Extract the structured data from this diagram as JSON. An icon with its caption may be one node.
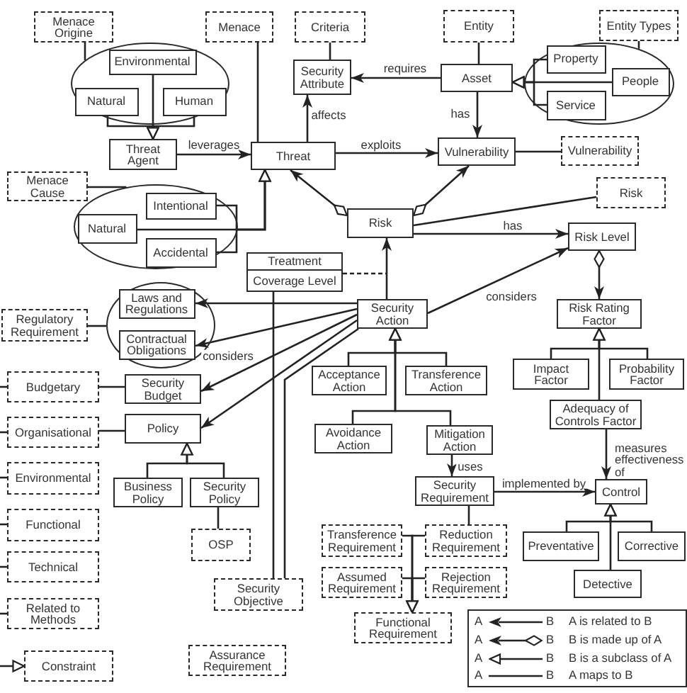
{
  "diagram": {
    "nodes": [
      {
        "text": [
          "Menace Origine"
        ]
      },
      {
        "text": [
          "Menace"
        ]
      },
      {
        "text": [
          "Criteria"
        ]
      },
      {
        "text": [
          "Entity"
        ]
      },
      {
        "text": [
          "Entity Types"
        ]
      },
      {
        "text": [],
        "shape": "ellipse"
      },
      {
        "text": [
          "Environmental"
        ],
        "in": 5
      },
      {
        "text": [
          "Natural"
        ],
        "in": 5
      },
      {
        "text": [
          "Human"
        ],
        "in": 5
      },
      {
        "text": [
          "Security Attribute"
        ]
      },
      {
        "text": [
          "Asset"
        ]
      },
      {
        "text": [],
        "shape": "ellipse"
      },
      {
        "text": [
          "Property"
        ],
        "in": 11
      },
      {
        "text": [
          "People"
        ],
        "in": 11
      },
      {
        "text": [
          "Service"
        ],
        "in": 11
      },
      {
        "text": [
          "Threat Agent"
        ]
      },
      {
        "text": [
          "Threat"
        ]
      },
      {
        "text": [
          "Vulnerability"
        ]
      },
      {
        "text": [
          "Vulnerability"
        ]
      },
      {
        "text": [
          "Menace Cause"
        ]
      },
      {
        "text": [],
        "shape": "ellipse"
      },
      {
        "text": [
          "Intentional"
        ],
        "in": 20
      },
      {
        "text": [
          "Natural"
        ],
        "in": 20
      },
      {
        "text": [
          "Accidental"
        ],
        "in": 20
      },
      {
        "text": [
          "Risk"
        ]
      },
      {
        "text": [
          "Risk"
        ]
      },
      {
        "text": [
          "Risk Level"
        ]
      },
      {
        "text": [
          "Treatment",
          "Coverage Level"
        ]
      },
      {
        "text": [
          "Security Action"
        ]
      },
      {
        "text": [
          "Regulatory Requirement"
        ]
      },
      {
        "text": [],
        "shape": "ellipse"
      },
      {
        "text": [
          "Laws and Regulations"
        ],
        "in": 30
      },
      {
        "text": [
          "Contractual Obligations"
        ],
        "in": 30
      },
      {
        "text": [
          "Risk Rating Factor"
        ]
      },
      {
        "text": [
          "Budgetary"
        ]
      },
      {
        "text": [
          "Security Budget"
        ]
      },
      {
        "text": [
          "Acceptance Action"
        ]
      },
      {
        "text": [
          "Transference Action"
        ]
      },
      {
        "text": [
          "Impact Factor"
        ]
      },
      {
        "text": [
          "Probability Factor"
        ]
      },
      {
        "text": [
          "Organisational"
        ]
      },
      {
        "text": [
          "Policy"
        ]
      },
      {
        "text": [
          "Avoidance Action"
        ]
      },
      {
        "text": [
          "Mitigation Action"
        ]
      },
      {
        "text": [
          "Adequacy of Controls Factor"
        ]
      },
      {
        "text": [
          "Environmental"
        ]
      },
      {
        "text": [
          "Business Policy"
        ]
      },
      {
        "text": [
          "Security Policy"
        ]
      },
      {
        "text": [
          "Security Requirement"
        ]
      },
      {
        "text": [
          "Control"
        ]
      },
      {
        "text": [
          "Functional"
        ]
      },
      {
        "text": [
          "OSP"
        ]
      },
      {
        "text": [
          "Transference Requirement"
        ]
      },
      {
        "text": [
          "Reduction Requirement"
        ]
      },
      {
        "text": [
          "Preventative"
        ]
      },
      {
        "text": [
          "Corrective"
        ]
      },
      {
        "text": [
          "Technical"
        ]
      },
      {
        "text": [
          "Security Objective"
        ]
      },
      {
        "text": [
          "Assumed Requirement"
        ]
      },
      {
        "text": [
          "Rejection Requirement"
        ]
      },
      {
        "text": [
          "Detective"
        ]
      },
      {
        "text": [
          "Related to Methods"
        ]
      },
      {
        "text": [
          "Functional Requirement"
        ]
      },
      {
        "text": [
          "Constraint"
        ]
      },
      {
        "text": [
          "Assurance Requirement"
        ]
      }
    ],
    "edges": [
      {
        "from": 0,
        "to": 5,
        "arrow": "none"
      },
      {
        "from": 1,
        "to": 16,
        "arrow": "none"
      },
      {
        "from": 2,
        "to": 9,
        "arrow": "none"
      },
      {
        "from": 3,
        "to": 10,
        "arrow": "none"
      },
      {
        "from": 4,
        "to": 11,
        "arrow": "none"
      },
      {
        "from": 6,
        "to": 15,
        "arrow": "to"
      },
      {
        "from": 7,
        "to": 15,
        "arrow": "to"
      },
      {
        "from": 8,
        "to": 15,
        "arrow": "to"
      },
      {
        "from": 16,
        "to": 9,
        "arrow": "to",
        "label": "affects"
      },
      {
        "from": 10,
        "to": 9,
        "arrow": "to",
        "label": "requires"
      },
      {
        "from": 12,
        "to": 10,
        "arrow": "to"
      },
      {
        "from": 13,
        "to": 10,
        "arrow": "to"
      },
      {
        "from": 14,
        "to": 10,
        "arrow": "to"
      },
      {
        "from": 15,
        "to": 16,
        "arrow": "to",
        "label": "leverages"
      },
      {
        "from": 10,
        "to": 17,
        "arrow": "to",
        "label": "has"
      },
      {
        "from": 16,
        "to": 17,
        "arrow": "to",
        "label": "exploits"
      },
      {
        "from": 17,
        "to": 18,
        "arrow": "none"
      },
      {
        "from": 19,
        "to": 20,
        "arrow": "none"
      },
      {
        "from": 21,
        "to": 16,
        "arrow": "to"
      },
      {
        "from": 22,
        "to": 16,
        "arrow": "to"
      },
      {
        "from": 23,
        "to": 16,
        "arrow": "to"
      },
      {
        "from": 24,
        "to": 16,
        "arrow": "to"
      },
      {
        "from": 24,
        "to": 17,
        "arrow": "to"
      },
      {
        "from": 24,
        "to": 25,
        "arrow": "none"
      },
      {
        "from": 24,
        "to": 26,
        "arrow": "to",
        "label": "has"
      },
      {
        "from": 28,
        "to": 24,
        "arrow": "to"
      },
      {
        "from": 27,
        "to": null,
        "arrow": "none",
        "style": "dashed"
      },
      {
        "from": 28,
        "to": 26,
        "arrow": "to",
        "label": "considers"
      },
      {
        "from": 26,
        "to": 33,
        "arrow": "to"
      },
      {
        "from": 29,
        "to": 30,
        "arrow": "none"
      },
      {
        "from": 28,
        "to": 31,
        "arrow": "to"
      },
      {
        "from": 28,
        "to": 32,
        "arrow": "to",
        "label": "considers"
      },
      {
        "from": 28,
        "to": 35,
        "arrow": "to"
      },
      {
        "from": 28,
        "to": 41,
        "arrow": "to"
      },
      {
        "from": 34,
        "to": 35,
        "arrow": "none"
      },
      {
        "from": 40,
        "to": 41,
        "arrow": "none"
      },
      {
        "from": 36,
        "to": 28,
        "arrow": "to"
      },
      {
        "from": 37,
        "to": 28,
        "arrow": "to"
      },
      {
        "from": 42,
        "to": 28,
        "arrow": "to"
      },
      {
        "from": 43,
        "to": 28,
        "arrow": "to"
      },
      {
        "from": 38,
        "to": 33,
        "arrow": "to"
      },
      {
        "from": 39,
        "to": 33,
        "arrow": "to"
      },
      {
        "from": 44,
        "to": 33,
        "arrow": "to"
      },
      {
        "from": 46,
        "to": 41,
        "arrow": "to"
      },
      {
        "from": 47,
        "to": 41,
        "arrow": "to"
      },
      {
        "from": 47,
        "to": 51,
        "arrow": "none"
      },
      {
        "from": 27,
        "to": 57,
        "arrow": "none"
      },
      {
        "from": 28,
        "to": 57,
        "arrow": "none"
      },
      {
        "from": 43,
        "to": 48,
        "arrow": "to",
        "label": "uses"
      },
      {
        "from": 48,
        "to": 49,
        "arrow": "to",
        "label": "implemented by"
      },
      {
        "from": 44,
        "to": 49,
        "arrow": "to",
        "label": "measures effectiveness of"
      },
      {
        "from": 48,
        "to": 53,
        "arrow": "none"
      },
      {
        "from": 52,
        "to": 62,
        "arrow": "to"
      },
      {
        "from": 53,
        "to": 62,
        "arrow": "to"
      },
      {
        "from": 58,
        "to": 62,
        "arrow": "to"
      },
      {
        "from": 59,
        "to": 62,
        "arrow": "to"
      },
      {
        "from": 54,
        "to": 49,
        "arrow": "to"
      },
      {
        "from": 55,
        "to": 49,
        "arrow": "to"
      },
      {
        "from": 60,
        "to": 49,
        "arrow": "to"
      },
      {
        "from": 34,
        "to": null,
        "arrow": "none"
      },
      {
        "from": 40,
        "to": null,
        "arrow": "none"
      },
      {
        "from": 45,
        "to": null,
        "arrow": "none"
      },
      {
        "from": 50,
        "to": null,
        "arrow": "none"
      },
      {
        "from": 56,
        "to": null,
        "arrow": "none"
      },
      {
        "from": 61,
        "to": null,
        "arrow": "none"
      },
      {
        "from": null,
        "to": 63,
        "arrow": "to"
      }
    ],
    "labels": [
      "A",
      "B",
      "A",
      "B",
      "A",
      "B",
      "A",
      "B"
    ],
    "legend": [
      {
        "text": "A is related to B"
      },
      {
        "text": "B is made up of A"
      },
      {
        "text": "B is a subclass of A"
      },
      {
        "text": "A maps to B"
      }
    ]
  }
}
